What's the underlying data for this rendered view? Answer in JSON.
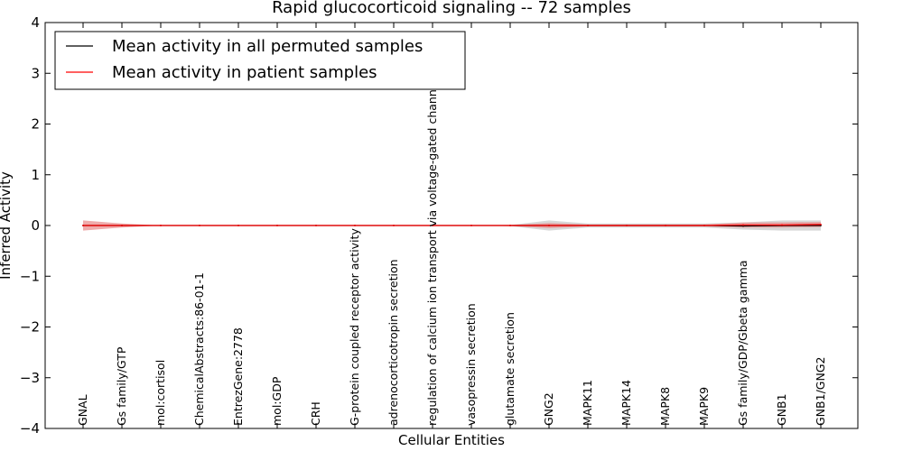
{
  "chart_data": {
    "type": "line",
    "title": "Rapid glucocorticoid signaling -- 72 samples",
    "xlabel": "Cellular Entities",
    "ylabel": "Inferred Activity",
    "ylim": [
      -4,
      4
    ],
    "yticks": [
      4,
      3,
      2,
      1,
      0,
      -1,
      -2,
      -3,
      -4
    ],
    "ytick_labels": [
      "4",
      "3",
      "2",
      "1",
      "0",
      "−1",
      "−2",
      "−3",
      "−4"
    ],
    "categories": [
      "GNAL",
      "Gs family/GTP",
      "mol:cortisol",
      "ChemicalAbstracts:86-01-1",
      "EntrezGene:2778",
      "mol:GDP",
      "CRH",
      "G-protein coupled receptor activity",
      "adrenocorticotropin secretion",
      "regulation of calcium ion transport via voltage-gated channel",
      "vasopressin secretion",
      "glutamate secretion",
      "GNG2",
      "MAPK11",
      "MAPK14",
      "MAPK8",
      "MAPK9",
      "Gs family/GDP/Gbeta gamma",
      "GNB1",
      "GNB1/GNG2"
    ],
    "legend_position": "top-left",
    "series": [
      {
        "name": "Mean activity in all permuted samples",
        "color": "#000000",
        "band_color": "#c8c8c8",
        "values": [
          0,
          0,
          0,
          0,
          0,
          0,
          0,
          0,
          0,
          0,
          0,
          0,
          0,
          0,
          0,
          0,
          0,
          -0.01,
          0,
          0
        ],
        "band": [
          0.01,
          0,
          0,
          0,
          0,
          0,
          0,
          0,
          0,
          0,
          0,
          0.01,
          0.1,
          0.04,
          0.04,
          0.04,
          0.04,
          0.07,
          0.1,
          0.1
        ]
      },
      {
        "name": "Mean activity in patient samples",
        "color": "#ff0000",
        "band_color": "#e88888",
        "values": [
          0,
          0,
          0,
          0,
          0,
          0,
          0,
          0,
          0,
          0,
          0,
          0,
          0,
          0,
          0,
          0,
          0,
          0.01,
          0.01,
          0.02
        ],
        "band": [
          0.1,
          0.04,
          0,
          0,
          0,
          0,
          0,
          0,
          0,
          0,
          0,
          0.01,
          0.05,
          0.02,
          0.02,
          0.02,
          0.02,
          0.05,
          0.05,
          0.05
        ]
      }
    ]
  }
}
